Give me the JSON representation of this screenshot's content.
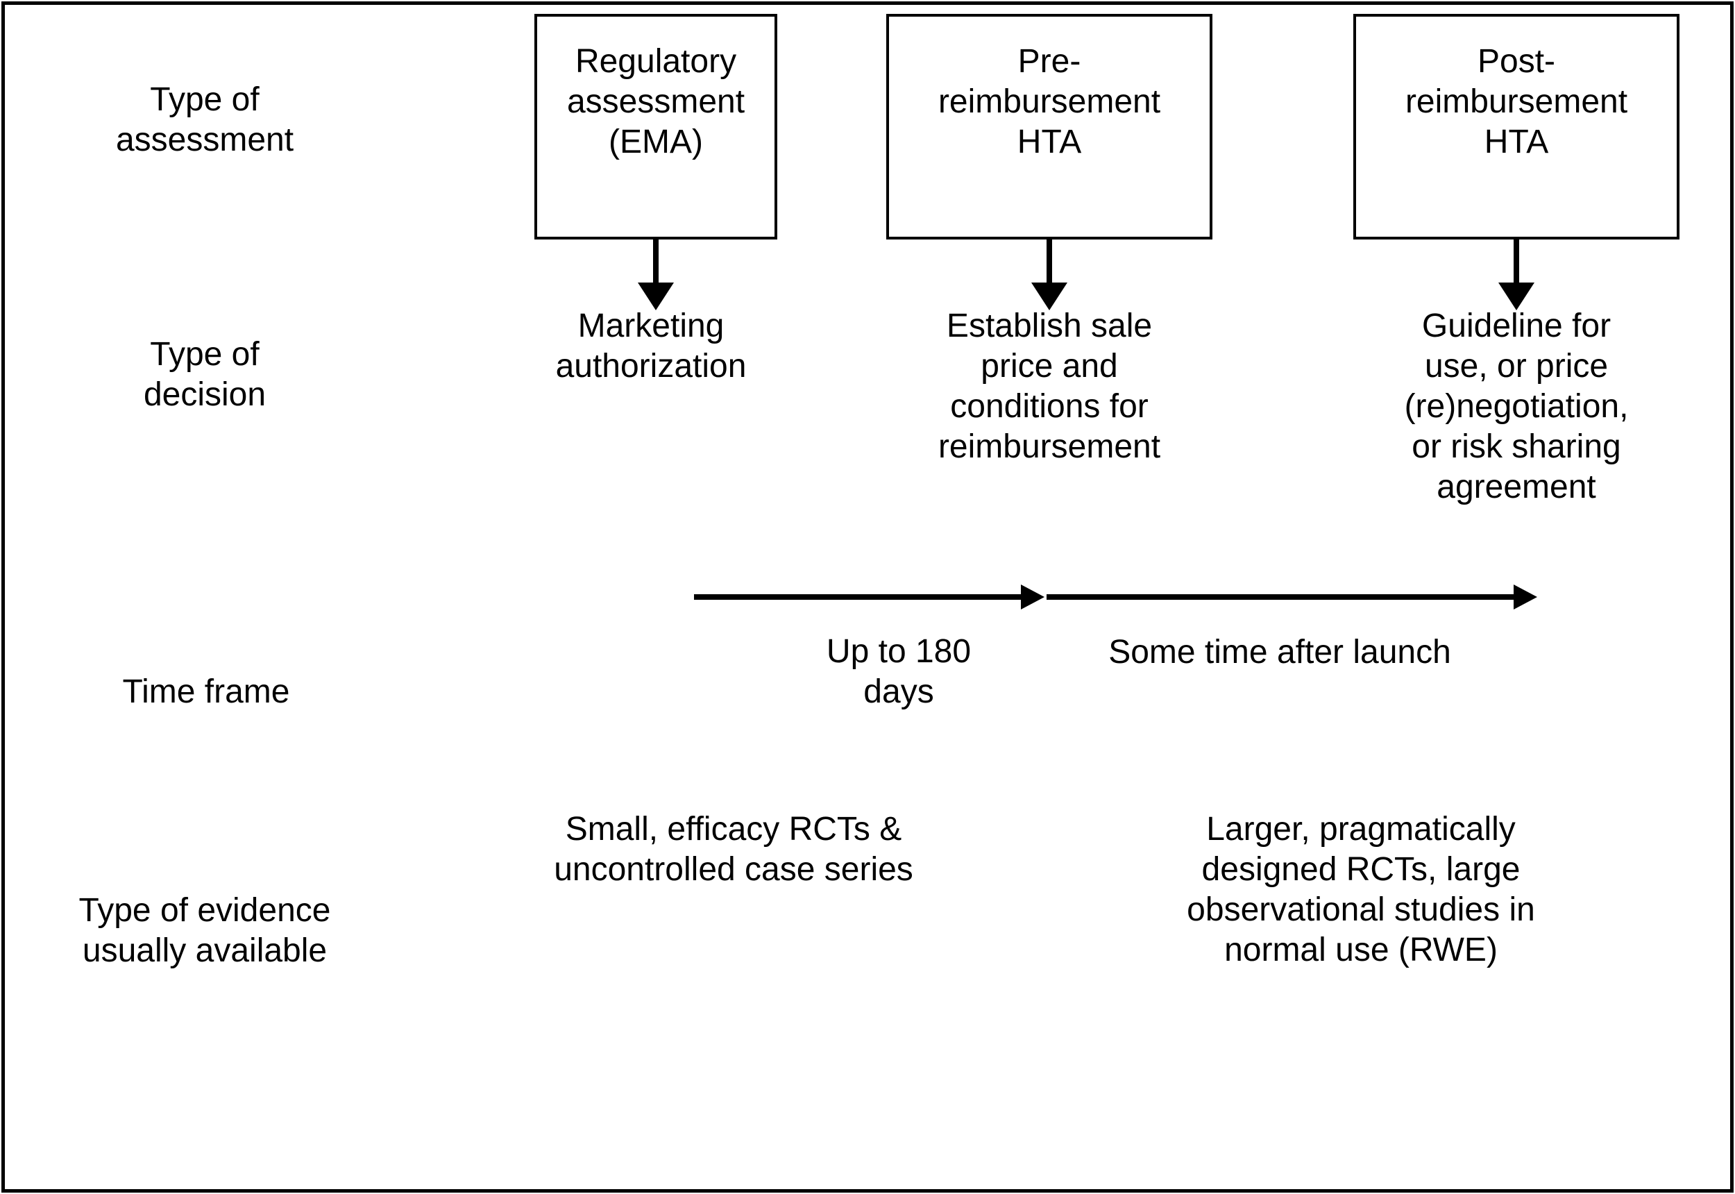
{
  "colors": {
    "ink": "#000000",
    "paper": "#ffffff"
  },
  "row_labels": {
    "assessment": "Type of\nassessment",
    "decision": "Type of\ndecision",
    "timeframe": "Time frame",
    "evidence": "Type of evidence\nusually available"
  },
  "columns": [
    {
      "box_title": "Regulatory\nassessment\n(EMA)",
      "decision": "Marketing\nauthorization"
    },
    {
      "box_title": "Pre-\nreimbursement\nHTA",
      "decision": "Establish sale\nprice and\nconditions for\nreimbursement"
    },
    {
      "box_title": "Post-\nreimbursement\nHTA",
      "decision": "Guideline for\nuse, or price\n(re)negotiation,\nor risk sharing\nagreement"
    }
  ],
  "timeline": {
    "segment_pre_label": "Up to 180\ndays",
    "segment_post_label": "Some time after launch"
  },
  "evidence": {
    "pre_launch": "Small, efficacy RCTs &\nuncontrolled case series",
    "post_launch": "Larger, pragmatically\ndesigned RCTs, large\nobservational studies in\nnormal use (RWE)"
  }
}
